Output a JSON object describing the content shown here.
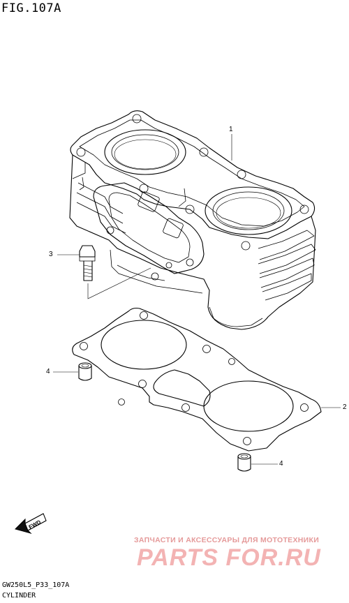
{
  "figure_title": "FIG.107A",
  "callouts": {
    "c1": "1",
    "c2": "2",
    "c3": "3",
    "c4a": "4",
    "c4b": "4"
  },
  "fwd_label": "FWD",
  "watermark": {
    "subtitle": "ЗАПЧАСТИ И АКСЕССУАРЫ ДЛЯ МОТОТЕХНИКИ",
    "brand": "PARTS FOR.RU"
  },
  "footer": {
    "model_code": "GW250L5_P33_107A",
    "section_name": "CYLINDER"
  }
}
